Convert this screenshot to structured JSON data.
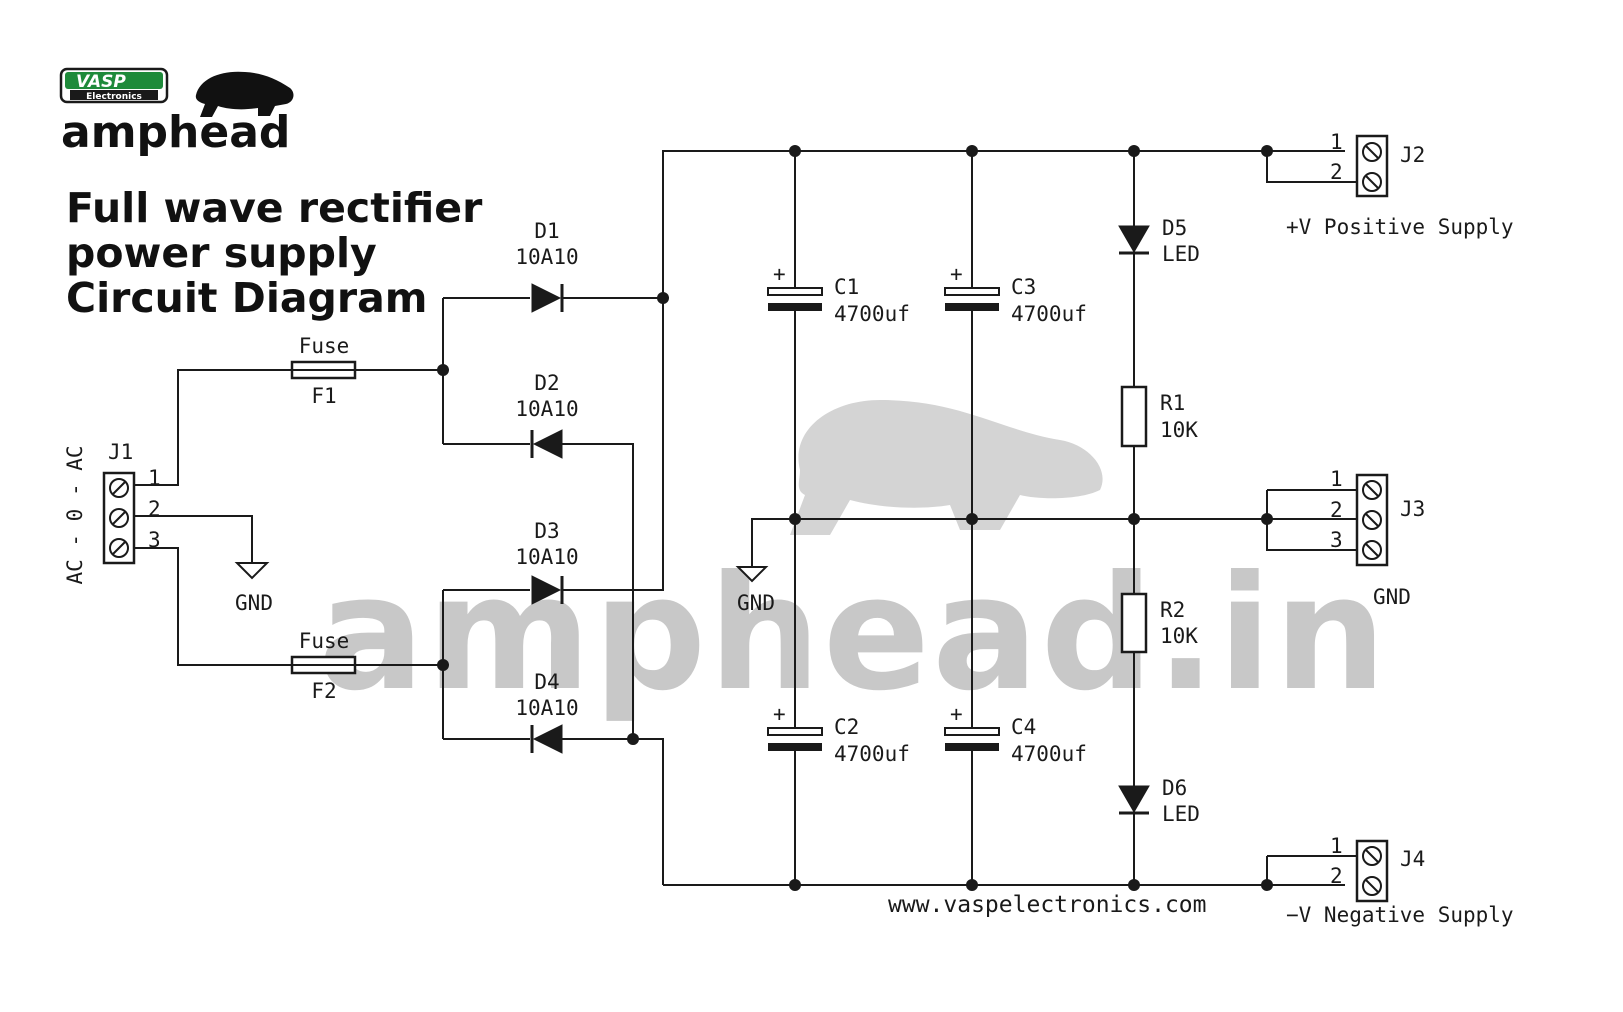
{
  "logo": {
    "vasp_text": "VASP",
    "vasp_subtext": "Electronics",
    "brand_text": "amphead",
    "brand_color": "#1a1a1a",
    "vasp_badge_color": "#1e8a3a",
    "icon": "honey-badger-icon"
  },
  "title": {
    "line1": "Full wave rectifier",
    "line2": "power supply",
    "line3": "Circuit Diagram"
  },
  "watermark": {
    "text": "amphead.in",
    "color": "#c8c8c8"
  },
  "website": "www.vaspelectronics.com",
  "input": {
    "j1_label": "J1",
    "pin1": "1",
    "pin2": "2",
    "pin3": "3",
    "ac_label": "AC - 0 - AC",
    "gnd_label": "GND"
  },
  "fuses": [
    {
      "top": "Fuse",
      "ref": "F1"
    },
    {
      "top": "Fuse",
      "ref": "F2"
    }
  ],
  "diodes": [
    {
      "ref": "D1",
      "value": "10A10"
    },
    {
      "ref": "D2",
      "value": "10A10"
    },
    {
      "ref": "D3",
      "value": "10A10"
    },
    {
      "ref": "D4",
      "value": "10A10"
    }
  ],
  "capacitors": [
    {
      "ref": "C1",
      "value": "4700uf",
      "polarity": "+"
    },
    {
      "ref": "C3",
      "value": "4700uf",
      "polarity": "+"
    },
    {
      "ref": "C2",
      "value": "4700uf",
      "polarity": "+"
    },
    {
      "ref": "C4",
      "value": "4700uf",
      "polarity": "+"
    }
  ],
  "center_gnd_label": "GND",
  "leds": [
    {
      "ref": "D5",
      "value": "LED"
    },
    {
      "ref": "D6",
      "value": "LED"
    }
  ],
  "resistors": [
    {
      "ref": "R1",
      "value": "10K"
    },
    {
      "ref": "R2",
      "value": "10K"
    }
  ],
  "outputs": {
    "j2": {
      "ref": "J2",
      "pin1": "1",
      "pin2": "2",
      "desc": "+V Positive Supply"
    },
    "j3": {
      "ref": "J3",
      "pin1": "1",
      "pin2": "2",
      "pin3": "3",
      "desc": "GND"
    },
    "j4": {
      "ref": "J4",
      "pin1": "1",
      "pin2": "2",
      "desc": "−V Negative Supply"
    }
  }
}
